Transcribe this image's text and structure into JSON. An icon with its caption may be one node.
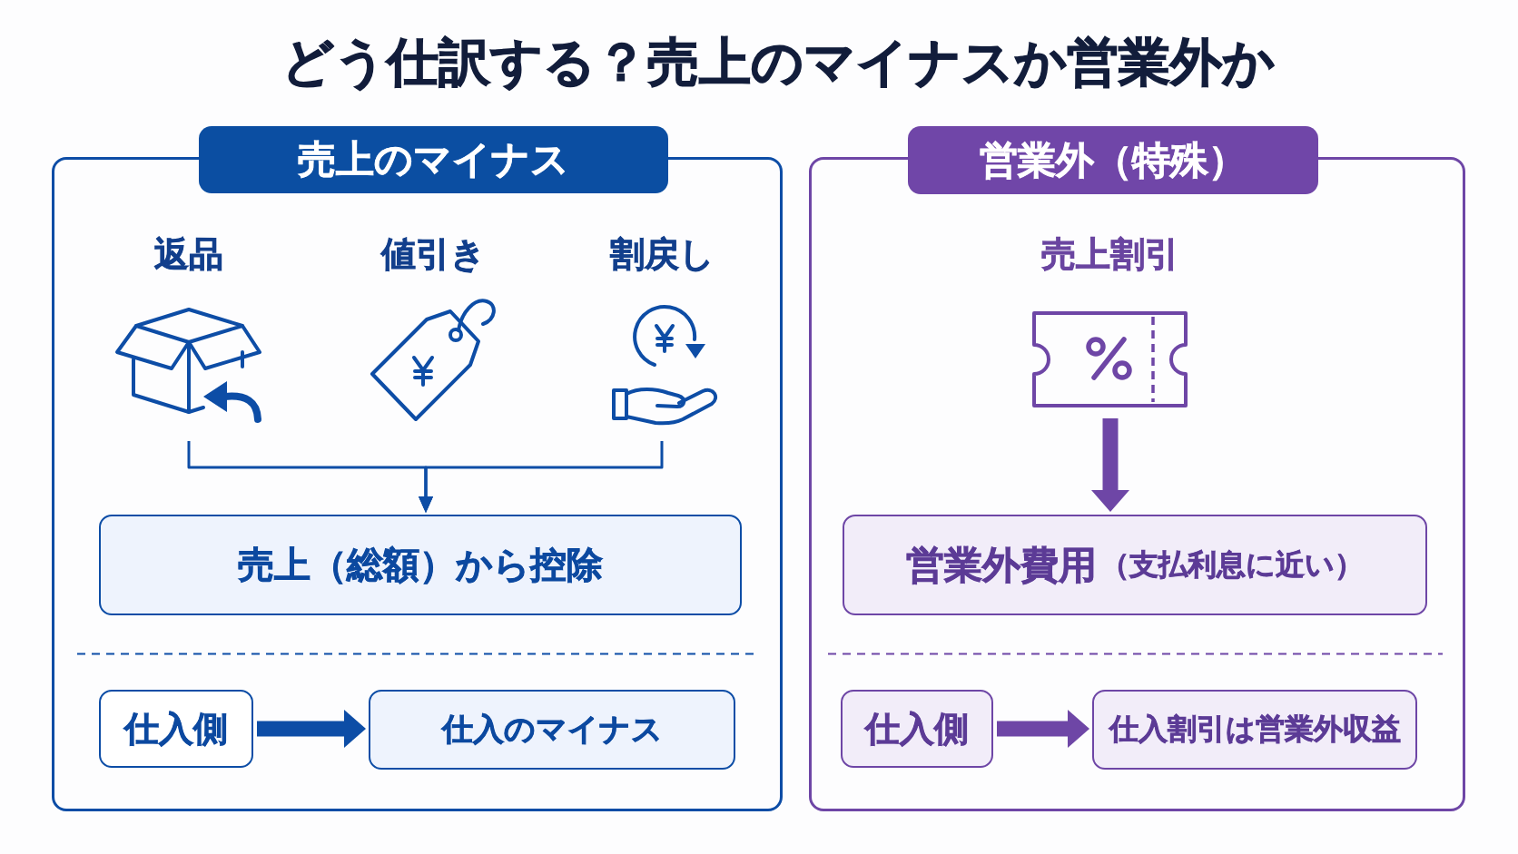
{
  "diagram": {
    "title": "どう仕訳する？売上のマイナスか営業外か",
    "nodes": [
      {
        "text": [
          "売上のマイナス"
        ]
      },
      {
        "text": [
          "返品"
        ],
        "in": 0
      },
      {
        "text": [
          "値引き"
        ],
        "in": 0
      },
      {
        "text": [
          "割戻し"
        ],
        "in": 0
      },
      {
        "text": [
          "売上（総額）から控除"
        ],
        "in": 0
      },
      {
        "text": [
          "仕入側"
        ],
        "in": 0
      },
      {
        "text": [
          "仕入のマイナス"
        ],
        "in": 0
      },
      {
        "text": [
          "営業外（特殊）"
        ]
      },
      {
        "text": [
          "売上割引"
        ],
        "in": 7
      },
      {
        "text": [
          "営業外費用",
          "（支払利息に近い）"
        ],
        "in": 7
      },
      {
        "text": [
          "仕入側"
        ],
        "in": 7
      },
      {
        "text": [
          "仕入割引は営業外収益"
        ],
        "in": 7
      }
    ],
    "edges": [
      {
        "from": 1,
        "to": 4,
        "arrow": "to"
      },
      {
        "from": 2,
        "to": 4,
        "arrow": "to"
      },
      {
        "from": 3,
        "to": 4,
        "arrow": "to"
      },
      {
        "from": 5,
        "to": 6,
        "arrow": "to",
        "style": "thick"
      },
      {
        "from": 8,
        "to": 9,
        "arrow": "to",
        "style": "thick",
        "color": "#6e46a6"
      },
      {
        "from": 10,
        "to": 11,
        "arrow": "to",
        "style": "thick",
        "color": "#6e46a6"
      }
    ]
  }
}
